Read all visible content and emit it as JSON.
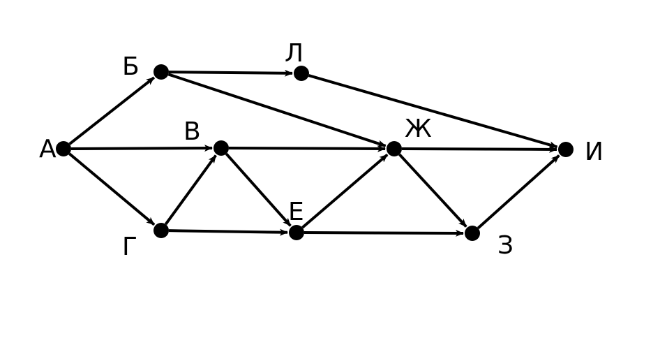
{
  "graph": {
    "colors": {
      "stroke": "#000000",
      "background": "#ffffff"
    },
    "nodes": [
      {
        "id": "A",
        "label": "А"
      },
      {
        "id": "B",
        "label": "Б"
      },
      {
        "id": "V",
        "label": "В"
      },
      {
        "id": "G",
        "label": "Г"
      },
      {
        "id": "L",
        "label": "Л"
      },
      {
        "id": "E",
        "label": "Е"
      },
      {
        "id": "Zh",
        "label": "Ж"
      },
      {
        "id": "Z",
        "label": "З"
      },
      {
        "id": "I",
        "label": "И"
      }
    ],
    "edges": [
      {
        "from": "A",
        "to": "B"
      },
      {
        "from": "A",
        "to": "V"
      },
      {
        "from": "A",
        "to": "G"
      },
      {
        "from": "B",
        "to": "L"
      },
      {
        "from": "B",
        "to": "Zh"
      },
      {
        "from": "G",
        "to": "V"
      },
      {
        "from": "G",
        "to": "E"
      },
      {
        "from": "V",
        "to": "E"
      },
      {
        "from": "V",
        "to": "Zh"
      },
      {
        "from": "L",
        "to": "I"
      },
      {
        "from": "E",
        "to": "Zh"
      },
      {
        "from": "E",
        "to": "Z"
      },
      {
        "from": "Zh",
        "to": "Z"
      },
      {
        "from": "Zh",
        "to": "I"
      },
      {
        "from": "Z",
        "to": "I"
      }
    ]
  }
}
